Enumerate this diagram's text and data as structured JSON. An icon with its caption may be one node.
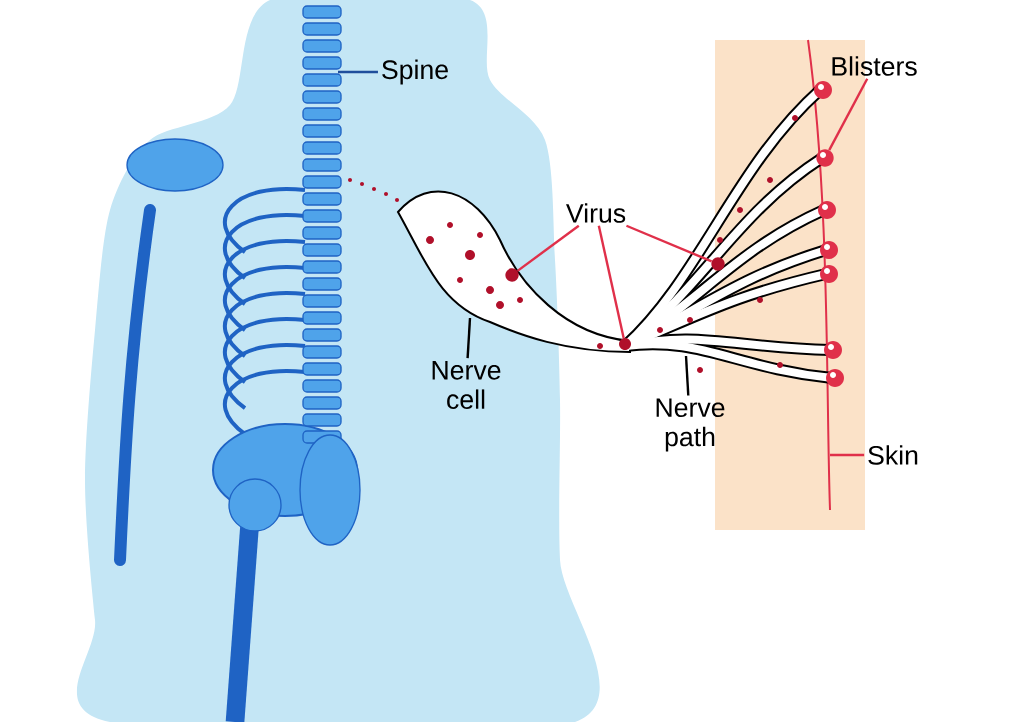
{
  "diagram": {
    "nodes": [
      {
        "text": [
          "Spine"
        ]
      },
      {
        "text": [
          "Blisters"
        ]
      },
      {
        "text": [
          "Virus"
        ]
      },
      {
        "text": [
          "Nerve cell"
        ]
      },
      {
        "text": [
          "Nerve path"
        ]
      },
      {
        "text": [
          "Skin"
        ]
      },
      {
        "text": [],
        "shape": "circle"
      },
      {
        "text": [],
        "shape": "circle"
      },
      {
        "text": [],
        "shape": "circle"
      },
      {
        "text": [],
        "shape": "circle"
      }
    ],
    "edges": [
      {
        "from": 0,
        "to": null,
        "arrow": "none",
        "color": "#1f4e9c"
      },
      {
        "from": 1,
        "to": 6,
        "arrow": "none"
      },
      {
        "from": 2,
        "to": 7,
        "arrow": "none"
      },
      {
        "from": 2,
        "to": 8,
        "arrow": "none"
      },
      {
        "from": 2,
        "to": 9,
        "arrow": "none"
      },
      {
        "from": 3,
        "to": null,
        "arrow": "none",
        "color": "#000000"
      },
      {
        "from": 4,
        "to": null,
        "arrow": "none",
        "color": "#000000"
      },
      {
        "from": 5,
        "to": null,
        "arrow": "none"
      }
    ]
  }
}
